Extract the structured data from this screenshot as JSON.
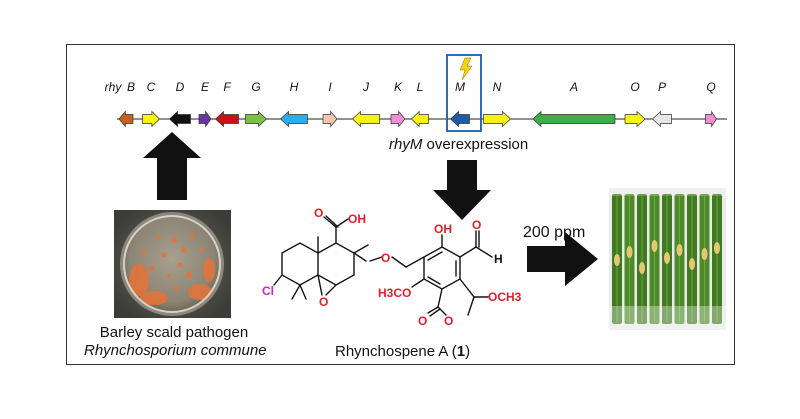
{
  "gene_cluster": {
    "prefix": "rhy",
    "genes": [
      {
        "label": "B",
        "color": "#c5621f",
        "dir": "left"
      },
      {
        "label": "C",
        "color": "#f4f21a",
        "dir": "right"
      },
      {
        "label": "D",
        "color": "#111111",
        "dir": "left"
      },
      {
        "label": "E",
        "color": "#6a36a1",
        "dir": "right"
      },
      {
        "label": "F",
        "color": "#c81414",
        "dir": "left"
      },
      {
        "label": "G",
        "color": "#7dc046",
        "dir": "right"
      },
      {
        "label": "H",
        "color": "#2eaee8",
        "dir": "left"
      },
      {
        "label": "I",
        "color": "#f6c3ad",
        "dir": "right"
      },
      {
        "label": "J",
        "color": "#f4f21a",
        "dir": "left"
      },
      {
        "label": "K",
        "color": "#ef8fd0",
        "dir": "right"
      },
      {
        "label": "L",
        "color": "#f4f21a",
        "dir": "left"
      },
      {
        "label": "M",
        "color": "#1e5aa8",
        "dir": "left"
      },
      {
        "label": "N",
        "color": "#f4f21a",
        "dir": "right"
      },
      {
        "label": "A",
        "color": "#3fae49",
        "dir": "left"
      },
      {
        "label": "O",
        "color": "#f4f21a",
        "dir": "right"
      },
      {
        "label": "P",
        "color": "#e6e6e6",
        "dir": "left"
      },
      {
        "label": "Q",
        "color": "#ef8fd0",
        "dir": "right"
      }
    ],
    "highlight_gene": "M",
    "highlight_color": "#1e5aa8",
    "bolt_color": "#f3d21a"
  },
  "overexpression": {
    "gene": "rhyM",
    "text": " overexpression"
  },
  "pathogen": {
    "line1": "Barley scald pathogen",
    "line2": "Rhynchosporium commune"
  },
  "compound": {
    "name": "Rhynchospene A (",
    "number": "1",
    "close": ")",
    "labels": {
      "cooh": "O",
      "oh_acid": "OH",
      "oh": "OH",
      "h": "H",
      "cl": "Cl",
      "o_epoxide": "O",
      "o_ether": "O",
      "h3co": "H3CO",
      "och3": "OCH3",
      "o_lactone": "O",
      "o_ring": "O",
      "o_aldehyde": "O"
    }
  },
  "dose": {
    "label": "200 ppm"
  },
  "colors": {
    "heteroatom": "#e0202a",
    "chlorine": "#d21fd2",
    "arrow": "#111111"
  }
}
